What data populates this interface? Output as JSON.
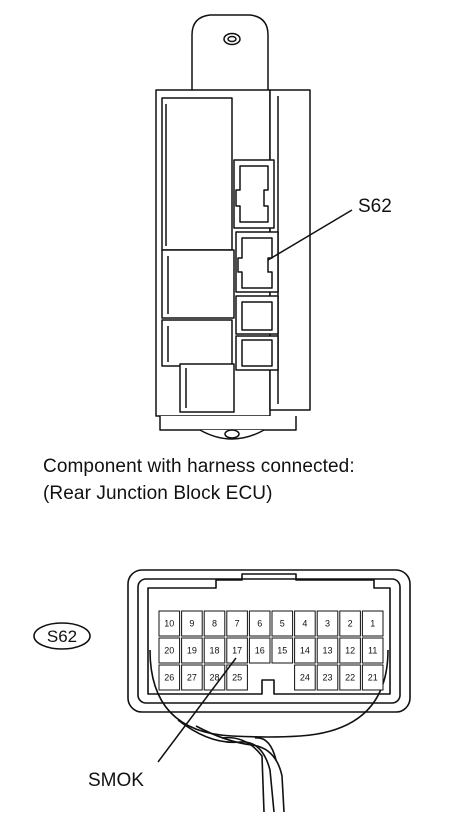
{
  "captions": {
    "line1": "Component with harness connected:",
    "line2": "(Rear Junction Block ECU)"
  },
  "callouts": {
    "connector_top": "S62",
    "connector_badge": "S62",
    "terminal": "SMOK"
  },
  "connector": {
    "rows": [
      [
        "10",
        "9",
        "8",
        "7",
        "6",
        "5",
        "4",
        "3",
        "2",
        "1"
      ],
      [
        "20",
        "19",
        "18",
        "17",
        "16",
        "15",
        "14",
        "13",
        "12",
        "11"
      ],
      [
        "26",
        "27",
        "28",
        "25",
        "",
        "",
        "24",
        "23",
        "22",
        "21"
      ]
    ],
    "highlighted_pin": "7"
  }
}
